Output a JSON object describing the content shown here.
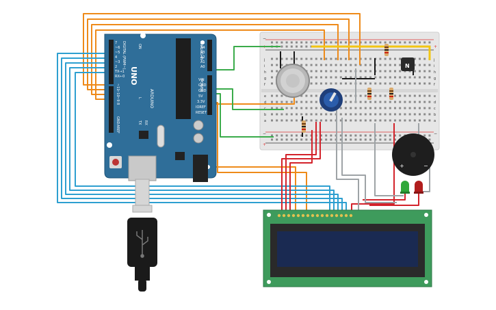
{
  "arduino": {
    "brand": "ARDUINO",
    "model": "UNO",
    "digital_header": "DIGITAL (PWM~)",
    "analog_header": "ANALOG IN",
    "power_header": "POWER",
    "tx_label": "TX",
    "rx_label": "RX",
    "l_label": "L",
    "on_label": "ON",
    "digital_pins_top": [
      "~11",
      "~10",
      "~9",
      "8"
    ],
    "digital_pins_mid": [
      "7",
      "~6",
      "~5",
      "4",
      "~3",
      "2",
      "TX→1",
      "RX←0"
    ],
    "aref": "AREF",
    "gnd": "GND",
    "analog_pins": [
      "A5",
      "A4",
      "A3",
      "A2",
      "A1",
      "A0"
    ],
    "power_pins": [
      "VIN",
      "GND",
      "GND",
      "5V",
      "3.3V",
      "IOREF",
      "RESET"
    ]
  },
  "transistor": {
    "label": "N"
  },
  "buzzer": {
    "plus": "+",
    "minus": "−"
  },
  "breadboard": {
    "plus": "+",
    "minus": "−",
    "row_letters_top": [
      "a",
      "b",
      "c",
      "d",
      "e"
    ],
    "row_letters_bottom": [
      "f",
      "g",
      "h",
      "i",
      "j"
    ]
  },
  "colors": {
    "arduino_board": "#2f6e99",
    "lcd_pcb": "#3e9b5c",
    "lcd_screen": "#1a2a52",
    "wire_orange": "#ee8a19",
    "wire_blue": "#2d9fd0",
    "wire_green": "#3aab4a",
    "wire_red": "#d3222a",
    "wire_gray": "#9ea3a6",
    "breadboard": "#e6e6e6"
  }
}
